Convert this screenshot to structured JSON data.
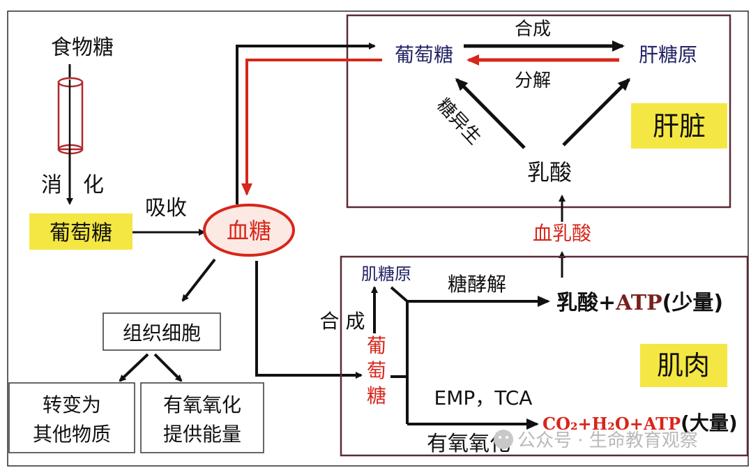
{
  "colors": {
    "red": "#d7261b",
    "navy": "#232366",
    "black": "#111111",
    "highlight": "#f5e743",
    "box_border": "#5a2a33",
    "ellipse_fill": "#fde9e3"
  },
  "header": {
    "title_fragment": ""
  },
  "digestion": {
    "food_sugar": "食物糖",
    "digestion_char_1": "消",
    "digestion_char_2": "化",
    "glucose": "葡萄糖",
    "absorption": "吸收"
  },
  "blood_sugar": {
    "label": "血糖"
  },
  "tissue": {
    "cells": "组织细胞",
    "convert_line1": "转变为",
    "convert_line2": "其他物质",
    "aerobic_line1": "有氧氧化",
    "aerobic_line2": "提供能量"
  },
  "liver": {
    "title": "肝脏",
    "glucose": "葡萄糖",
    "glycogen": "肝糖原",
    "synthesis": "合成",
    "breakdown": "分解",
    "gluconeogenesis": "糖异生",
    "lactate": "乳酸"
  },
  "blood_lactate": "血乳酸",
  "muscle": {
    "title": "肌肉",
    "glycogen": "肌糖原",
    "synthesis": "合 成",
    "glucose_char_1": "葡",
    "glucose_char_2": "萄",
    "glucose_char_3": "糖",
    "glycolysis": "糖酵解",
    "lactate_prefix": "乳酸+",
    "atp": "ATP",
    "small_amount": "(少量)",
    "emp_tca": "EMP，TCA",
    "aerobic_oxidation": "有氧氧化",
    "products": "CO₂+H₂O+ATP",
    "large_amount": "(大量)"
  },
  "watermark": {
    "icon": "wechat-icon",
    "text": "公众号 · 生命教育观察"
  }
}
